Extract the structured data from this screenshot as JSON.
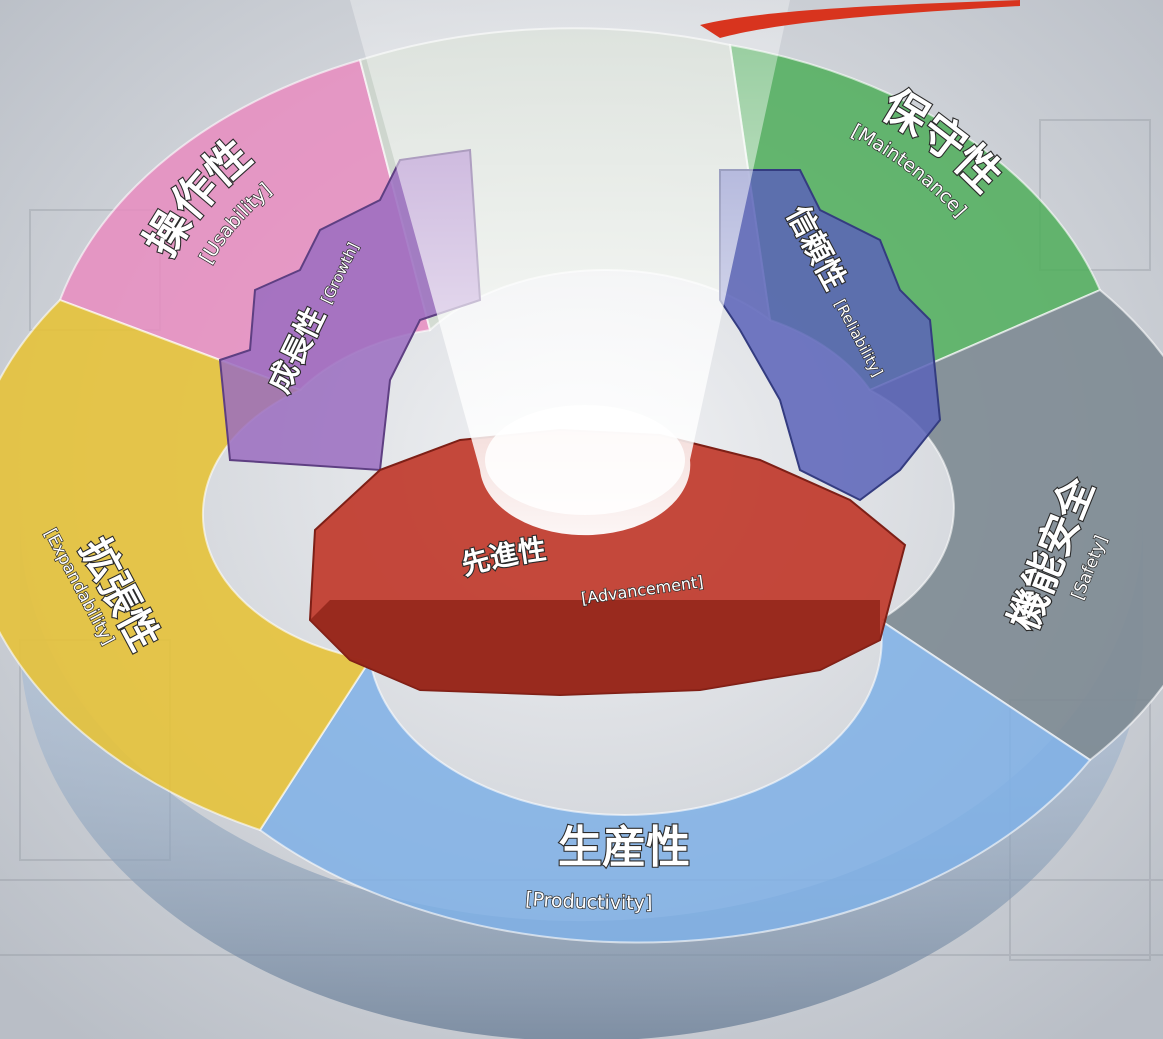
{
  "labels": {
    "usability": {
      "jp": "操作性",
      "en": "[Usability]"
    },
    "maintenance": {
      "jp": "保守性",
      "en": "[Maintenance]"
    },
    "growth": {
      "jp": "成長性",
      "en": "[Growth]"
    },
    "reliability": {
      "jp": "信頼性",
      "en": "[Reliability]"
    },
    "expandability": {
      "jp": "拡張性",
      "en": "[Expandability]"
    },
    "safety": {
      "jp": "機能安全",
      "en": "[Safety]"
    },
    "advancement": {
      "jp": "先進性",
      "en": "[Advancement]"
    },
    "productivity": {
      "jp": "生産性",
      "en": "[Productivity]"
    }
  },
  "colors": {
    "usability": "#e88cc0",
    "maintenance": "#4fae5a",
    "growth": "#9a6cc0",
    "reliability": "#5a63b8",
    "expandability": "#e6c23a",
    "safety": "#7d8a92",
    "advancement": "#c0392b",
    "productivity": "#7fb0e6"
  }
}
